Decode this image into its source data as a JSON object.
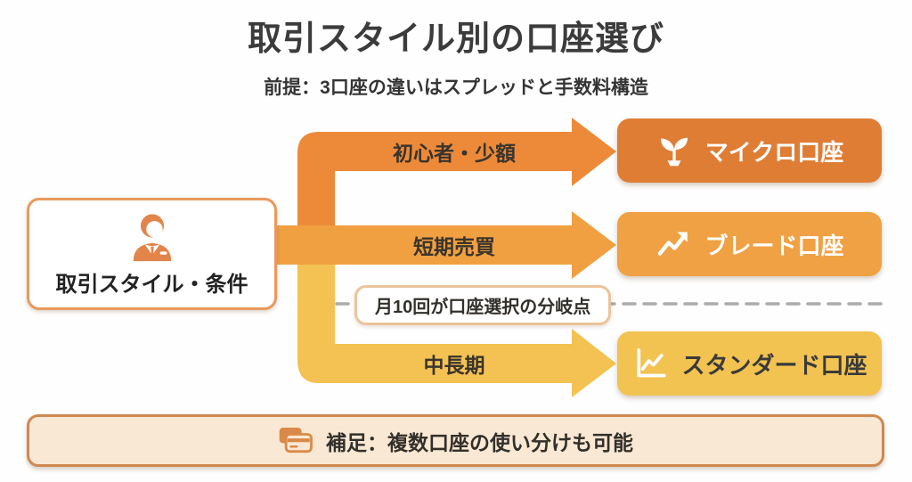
{
  "header": {
    "title": "取引スタイル別の口座選び",
    "subtitle": "前提：3口座の違いはスプレッドと手数料構造"
  },
  "source": {
    "label": "取引スタイル・条件",
    "icon": "businessman-icon"
  },
  "branches": [
    {
      "condition": "初心者・少額",
      "account": "マイクロ口座",
      "icon": "seedling-icon",
      "arrow_color": "#ec8a3a",
      "box_color": "#e07d35",
      "text_color": "#ffffff"
    },
    {
      "condition": "短期売買",
      "account": "ブレード口座",
      "icon": "trend-up-icon",
      "arrow_color": "#f1a041",
      "box_color": "#efa143",
      "text_color": "#ffffff"
    },
    {
      "condition": "中長期",
      "account": "スタンダード口座",
      "icon": "line-chart-icon",
      "arrow_color": "#f3c252",
      "box_color": "#f2c351",
      "text_color": "#3a3a3a"
    }
  ],
  "divider": {
    "note": "月10回が口座選択の分岐点",
    "line_color": "#ababab"
  },
  "footer": {
    "note": "補足：複数口座の使い分けも可能",
    "icon": "cards-icon",
    "bg_color": "#f9e8d3",
    "border_color": "#ce8850"
  }
}
